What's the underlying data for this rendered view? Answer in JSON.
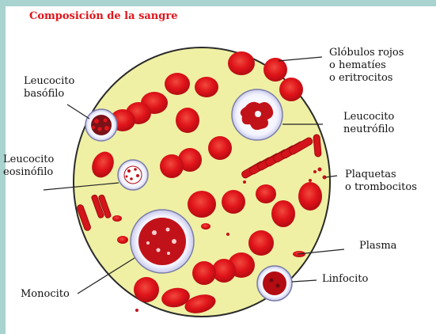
{
  "title": "Composición de la sangre",
  "colors": {
    "background": "#a9d3ce",
    "plasma": "#eff0a4",
    "red_cell": "#e0141a",
    "leader_line": "#222222",
    "title": "#e0141a"
  },
  "labels": {
    "globulos_rojos": [
      "Glóbulos rojos",
      "o hematíes",
      "o eritrocitos"
    ],
    "leucocito_neutrofilo": [
      "Leucocito",
      "neutrófilo"
    ],
    "plaquetas": [
      "Plaquetas",
      "o trombocitos"
    ],
    "plasma": [
      "Plasma"
    ],
    "linfocito": [
      "Linfocito"
    ],
    "monocito": [
      "Monocito"
    ],
    "leucocito_eosinofilo": [
      "Leucocito",
      "eosinófilo"
    ],
    "leucocito_basofilo": [
      "Leucocito",
      "basófilo"
    ]
  }
}
